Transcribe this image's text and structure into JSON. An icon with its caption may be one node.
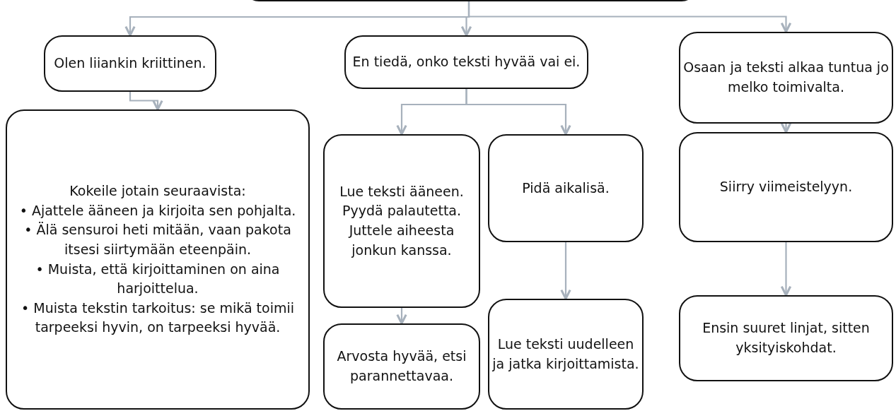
{
  "diagram": {
    "nodes": [
      {
        "text": [],
        "shape": "box"
      },
      {
        "text": [
          "Olen liiankin kriittinen."
        ]
      },
      {
        "text": [
          "Kokeile jotain seuraavista:",
          "• Ajattele ääneen ja kirjoita sen pohjalta.",
          "• Älä sensuroi heti mitään, vaan pakota itsesi siirtymään eteenpäin.",
          "• Muista, että kirjoittaminen on aina harjoittelua.",
          "• Muista tekstin tarkoitus: se mikä toimii tarpeeksi hyvin, on tarpeeksi hyvää."
        ]
      },
      {
        "text": [
          "En tiedä, onko teksti hyvää vai ei."
        ]
      },
      {
        "text": [
          "Lue teksti ääneen. Pyydä palautetta. Juttele aiheesta jonkun kanssa."
        ]
      },
      {
        "text": [
          "Pidä aikalisä."
        ]
      },
      {
        "text": [
          "Arvosta hyvää, etsi parannettavaa."
        ]
      },
      {
        "text": [
          "Lue teksti uudelleen ja jatka kirjoittamista."
        ]
      },
      {
        "text": [
          "Osaan ja teksti alkaa tuntua jo melko toimivalta."
        ]
      },
      {
        "text": [
          "Siirry viimeistelyyn."
        ]
      },
      {
        "text": [
          "Ensin suuret linjat, sitten yksityiskohdat."
        ]
      }
    ],
    "edges": [
      {
        "from": 0,
        "to": 1,
        "arrow": "to"
      },
      {
        "from": 0,
        "to": 3,
        "arrow": "to"
      },
      {
        "from": 0,
        "to": 8,
        "arrow": "to"
      },
      {
        "from": 1,
        "to": 2,
        "arrow": "to"
      },
      {
        "from": 3,
        "to": 4,
        "arrow": "to"
      },
      {
        "from": 3,
        "to": 5,
        "arrow": "to"
      },
      {
        "from": 4,
        "to": 6,
        "arrow": "to"
      },
      {
        "from": 5,
        "to": 7,
        "arrow": "to"
      },
      {
        "from": 8,
        "to": 9,
        "arrow": "to"
      },
      {
        "from": 9,
        "to": 10,
        "arrow": "to"
      }
    ]
  }
}
